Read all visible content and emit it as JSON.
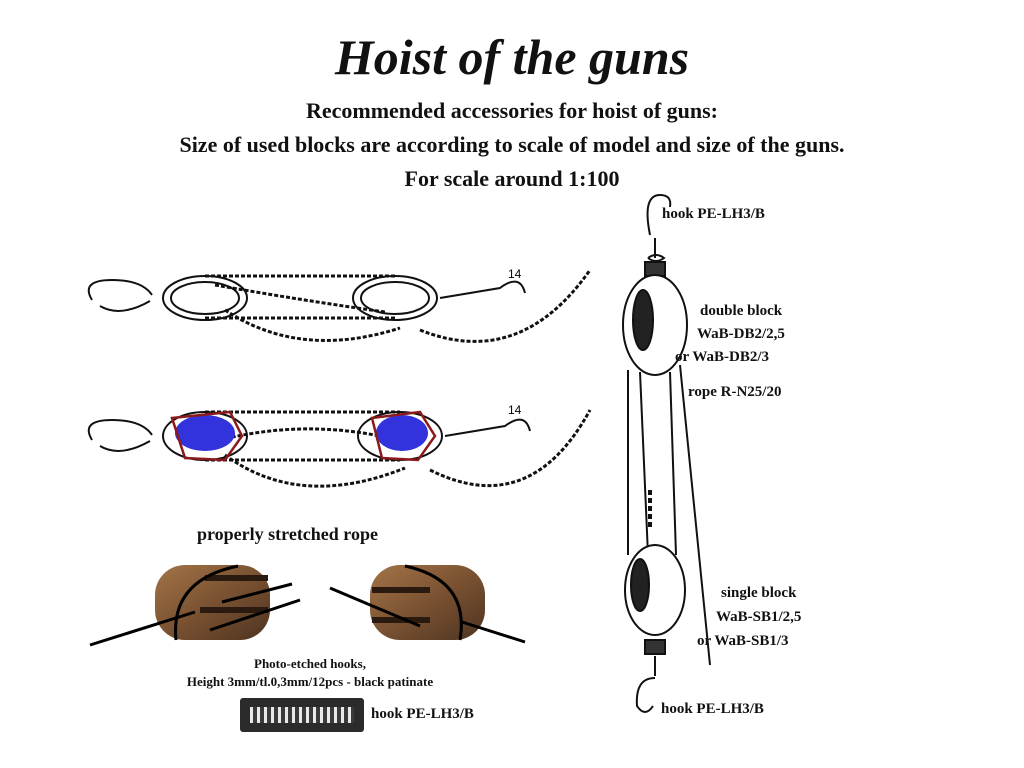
{
  "title": "Hoist of the guns",
  "subtitle": {
    "line1": "Recommended accessories for hoist of guns:",
    "line2": "Size of used blocks are according to scale of model and size of the guns.",
    "line3": "For scale around 1:100"
  },
  "left": {
    "figure_number_top": "14",
    "figure_number_bottom": "14",
    "stretched_caption": "properly stretched rope",
    "photo_etched_line1": "Photo-etched hooks,",
    "photo_etched_line2": "Height 3mm/tl.0,3mm/12pcs - black patinate",
    "hook_label": "hook PE-LH3/B"
  },
  "right": {
    "hook_top": "hook PE-LH3/B",
    "double_block": "double block",
    "double_code_1": "WaB-DB2/2,5",
    "double_code_2": "or WaB-DB2/3",
    "rope": "rope R-N25/20",
    "single_block": "single block",
    "single_code_1": "WaB-SB1/2,5",
    "single_code_2": "or WaB-SB1/3",
    "hook_bottom": "hook PE-LH3/B"
  },
  "colors": {
    "highlight_fill": "#3333dd",
    "highlight_outline": "#8b1a1a",
    "wood": "#7a5232"
  }
}
